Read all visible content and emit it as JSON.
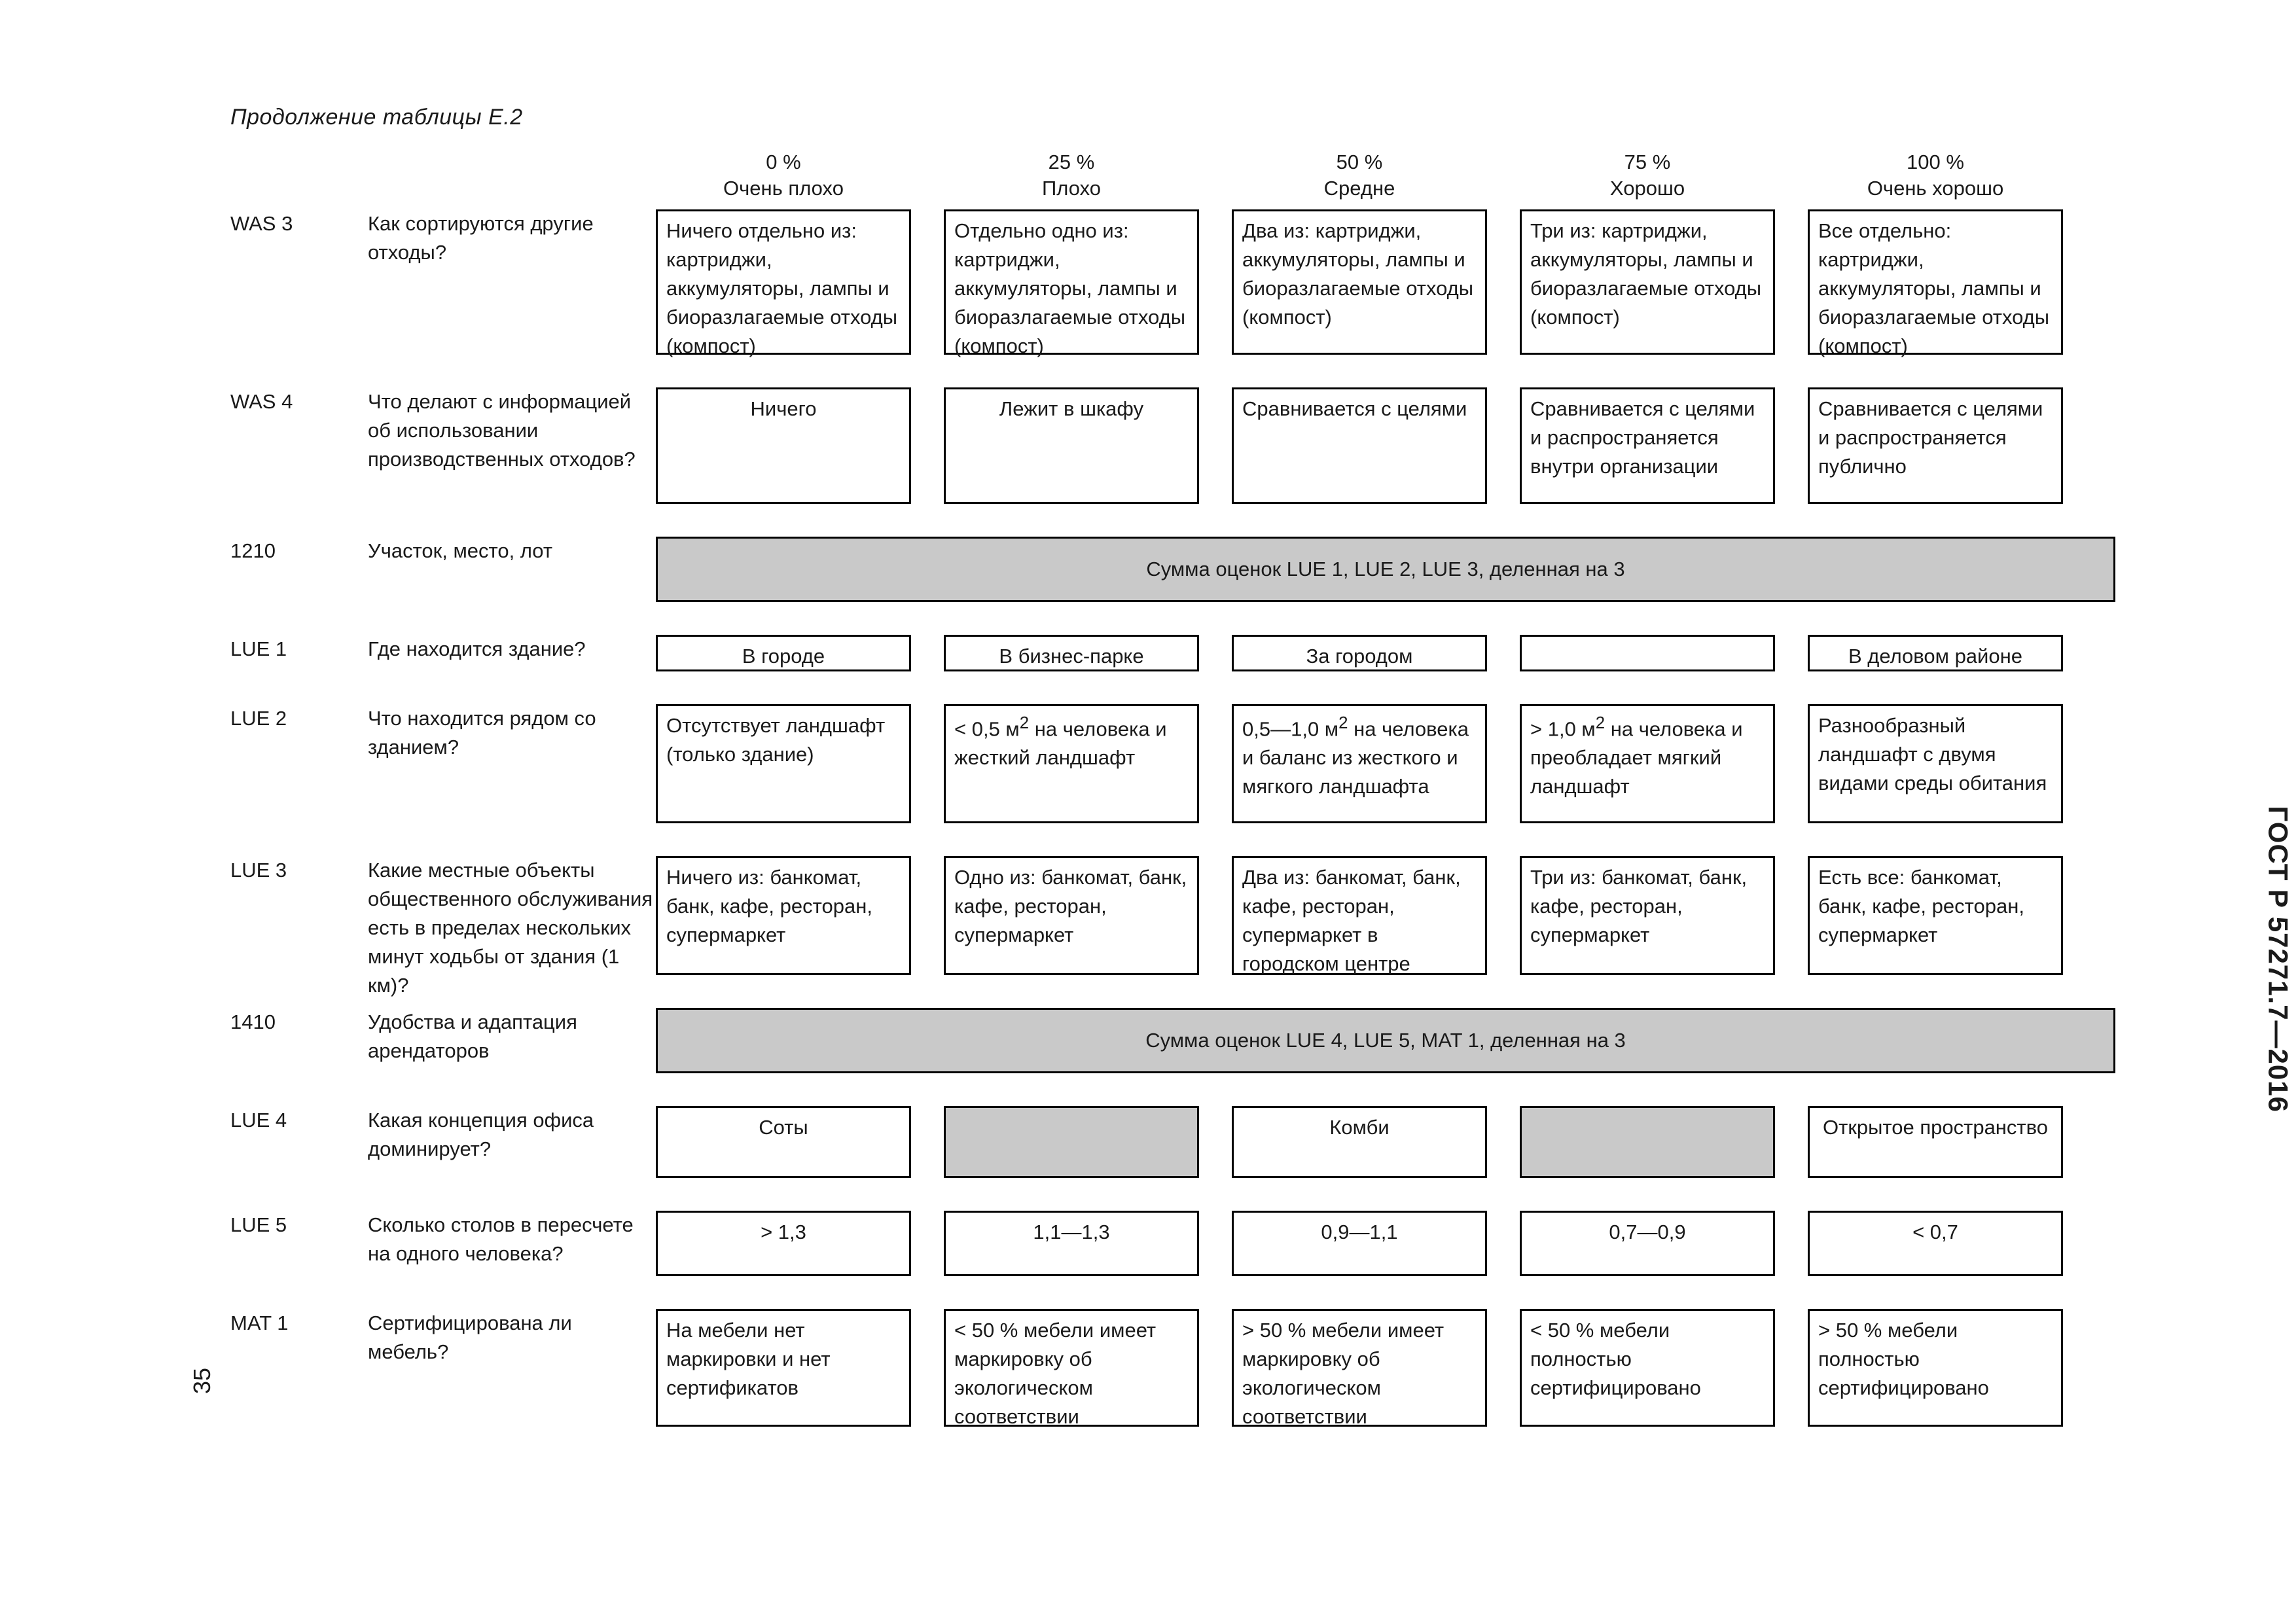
{
  "document": {
    "continuation_title": "Продолжение таблицы Е.2",
    "standard_side_label": "ГОСТ Р 57271.7—2016",
    "page_number": "35"
  },
  "colors": {
    "gray_fill": "#c9c9c9",
    "border": "#000000",
    "text": "#1a1a1a"
  },
  "table": {
    "column_headers": [
      {
        "percent": "0 %",
        "label": "Очень плохо"
      },
      {
        "percent": "25 %",
        "label": "Плохо"
      },
      {
        "percent": "50 %",
        "label": "Средне"
      },
      {
        "percent": "75 %",
        "label": "Хорошо"
      },
      {
        "percent": "100 %",
        "label": "Очень хорошо"
      }
    ],
    "rows": [
      {
        "kind": "criteria",
        "code": "WAS 3",
        "question": "Как сортируются другие отходы?",
        "cells": [
          {
            "text": "Ничего отдельно из: картриджи, аккумуляторы, лампы и биоразлагаемые отходы (компост)",
            "align": "left",
            "fill": "white"
          },
          {
            "text": "Отдельно одно из: картриджи, аккумуляторы, лампы и биоразлагаемые отходы (компост)",
            "align": "left",
            "fill": "white"
          },
          {
            "text": "Два из: картриджи, аккумуляторы, лампы и биоразлагаемые отходы (компост)",
            "align": "left",
            "fill": "white"
          },
          {
            "text": "Три из: картриджи, аккумуляторы, лампы и биоразлагаемые отходы (компост)",
            "align": "left",
            "fill": "white"
          },
          {
            "text": "Все отдельно: картриджи, аккумуляторы, лампы и биоразлагаемые отходы (компост)",
            "align": "left",
            "fill": "white"
          }
        ]
      },
      {
        "kind": "criteria",
        "code": "WAS 4",
        "question": "Что делают с информацией об использовании производственных отходов?",
        "cells": [
          {
            "text": "Ничего",
            "align": "center",
            "fill": "white"
          },
          {
            "text": "Лежит в шкафу",
            "align": "center",
            "fill": "white"
          },
          {
            "text": "Сравнивается с целями",
            "align": "left",
            "fill": "white"
          },
          {
            "text": "Сравнивается с целями и распространяется внутри организации",
            "align": "left",
            "fill": "white"
          },
          {
            "text": "Сравнивается с целями и распространяется публично",
            "align": "left",
            "fill": "white"
          }
        ]
      },
      {
        "kind": "band",
        "code": "1210",
        "question": "Участок, место, лот",
        "band_text": "Сумма оценок LUE 1, LUE 2, LUE 3, деленная на 3"
      },
      {
        "kind": "criteria",
        "code": "LUE 1",
        "question": "Где находится здание?",
        "cells": [
          {
            "text": "В городе",
            "align": "center",
            "fill": "white"
          },
          {
            "text": "В бизнес-парке",
            "align": "center",
            "fill": "white"
          },
          {
            "text": "За городом",
            "align": "center",
            "fill": "white"
          },
          {
            "text": "",
            "align": "center",
            "fill": "white"
          },
          {
            "text": "В деловом районе",
            "align": "center",
            "fill": "white"
          }
        ]
      },
      {
        "kind": "criteria",
        "code": "LUE 2",
        "question": "Что находится рядом со зданием?",
        "cells": [
          {
            "text": "Отсутствует ландшафт (только здание)",
            "align": "left",
            "fill": "white"
          },
          {
            "text": "< 0,5 м2 на человека и жесткий ландшафт",
            "align": "left",
            "fill": "white"
          },
          {
            "text": "0,5—1,0 м2 на человека и баланс из жесткого и мягкого ландшафта",
            "align": "left",
            "fill": "white"
          },
          {
            "text": "> 1,0 м2 на человека и преобладает мягкий ландшафт",
            "align": "left",
            "fill": "white"
          },
          {
            "text": "Разнообразный ландшафт с двумя видами среды обитания",
            "align": "left",
            "fill": "white"
          }
        ]
      },
      {
        "kind": "criteria",
        "code": "LUE 3",
        "question": "Какие местные объекты общественного обслуживания есть в пределах нескольких минут ходьбы от здания (1 км)?",
        "cells": [
          {
            "text": "Ничего из: банкомат, банк, кафе, ресторан, супермаркет",
            "align": "left",
            "fill": "white"
          },
          {
            "text": "Одно из: банкомат, банк, кафе, ресторан, супермаркет",
            "align": "left",
            "fill": "white"
          },
          {
            "text": "Два из: банкомат, банк, кафе, ресторан, супермаркет в городском центре",
            "align": "left",
            "fill": "white"
          },
          {
            "text": "Три из: банкомат, банк, кафе, ресторан, супермаркет",
            "align": "left",
            "fill": "white"
          },
          {
            "text": "Есть все: банкомат, банк, кафе, ресторан, супермаркет",
            "align": "left",
            "fill": "white"
          }
        ]
      },
      {
        "kind": "band",
        "code": "1410",
        "question": "Удобства и адаптация арендаторов",
        "band_text": "Сумма оценок LUE 4, LUE 5, MAT 1, деленная на 3"
      },
      {
        "kind": "criteria",
        "code": "LUE 4",
        "question": "Какая концепция офиса доминирует?",
        "cells": [
          {
            "text": "Соты",
            "align": "center",
            "fill": "white"
          },
          {
            "text": "",
            "align": "center",
            "fill": "gray"
          },
          {
            "text": "Комби",
            "align": "center",
            "fill": "white"
          },
          {
            "text": "",
            "align": "center",
            "fill": "gray"
          },
          {
            "text": "Открытое пространство",
            "align": "center",
            "fill": "white"
          }
        ]
      },
      {
        "kind": "criteria",
        "code": "LUE 5",
        "question": "Сколько столов в пересчете на одного человека?",
        "cells": [
          {
            "text": "> 1,3",
            "align": "center",
            "fill": "white"
          },
          {
            "text": "1,1—1,3",
            "align": "center",
            "fill": "white"
          },
          {
            "text": "0,9—1,1",
            "align": "center",
            "fill": "white"
          },
          {
            "text": "0,7—0,9",
            "align": "center",
            "fill": "white"
          },
          {
            "text": "< 0,7",
            "align": "center",
            "fill": "white"
          }
        ]
      },
      {
        "kind": "criteria",
        "code": "MAT 1",
        "question": "Сертифицирована ли мебель?",
        "cells": [
          {
            "text": "На мебели нет маркировки и нет сертификатов",
            "align": "left",
            "fill": "white"
          },
          {
            "text": "< 50 % мебели имеет маркировку об экологическом соответствии",
            "align": "left",
            "fill": "white"
          },
          {
            "text": "> 50 % мебели имеет маркировку об экологическом соответствии",
            "align": "left",
            "fill": "white"
          },
          {
            "text": "< 50 % мебели полностью сертифицировано",
            "align": "left",
            "fill": "white"
          },
          {
            "text": "> 50 % мебели полностью сертифицировано",
            "align": "left",
            "fill": "white"
          }
        ]
      }
    ]
  }
}
